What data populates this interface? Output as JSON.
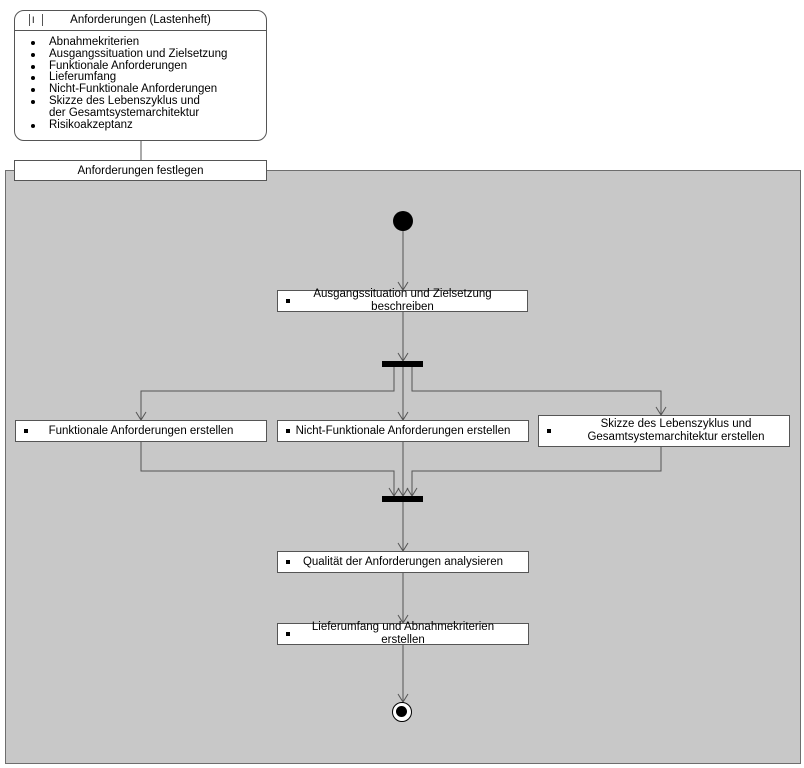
{
  "artifact": {
    "title": "Anforderungen (Lastenheft)",
    "icon": "document-icon",
    "items": [
      "Abnahmekriterien",
      "Ausgangssituation und Zielsetzung",
      "Funktionale Anforderungen",
      "Lieferumfang",
      "Nicht-Funktionale Anforderungen",
      "Skizze des Lebenszyklus und der Gesamtsystemarchitektur",
      "Risikoakzeptanz"
    ]
  },
  "process": {
    "label": "Anforderungen festlegen"
  },
  "actions": {
    "describe": "Ausgangssituation und Zielsetzung beschreiben",
    "functional": "Funktionale Anforderungen erstellen",
    "nonfunctional": "Nicht-Funktionale Anforderungen erstellen",
    "sketch": "Skizze des Lebenszyklus und Gesamtsystemarchitektur erstellen",
    "analyze": "Qualität der Anforderungen analysieren",
    "delivery": "Lieferumfang und Abnahmekriterien erstellen"
  },
  "colors": {
    "activity_background": "#c8c8c8",
    "line": "#555555",
    "bar": "#000000"
  }
}
